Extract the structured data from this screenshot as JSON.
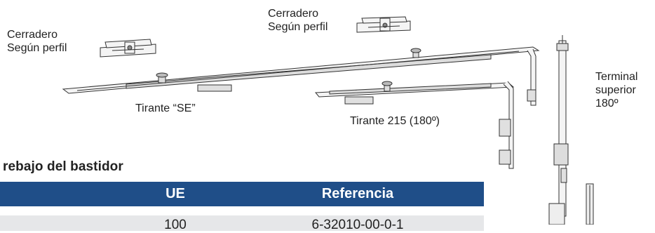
{
  "labels": {
    "cerradero_left": [
      "Cerradero",
      "Según perfil"
    ],
    "cerradero_top": [
      "Cerradero",
      "Según perfil"
    ],
    "tirante_se": "Tirante “SE”",
    "tirante_215": "Tirante 215 (180º)",
    "terminal": [
      "Terminal",
      "superior",
      "180º"
    ]
  },
  "section_title": "rebajo del bastidor",
  "table": {
    "headers": [
      "UE",
      "Referencia"
    ],
    "rows": [
      [
        "100",
        "6-32010-00-0-1"
      ]
    ]
  },
  "colors": {
    "header_bg": "#1f4e88",
    "row_bg": "#e6e7e9"
  }
}
